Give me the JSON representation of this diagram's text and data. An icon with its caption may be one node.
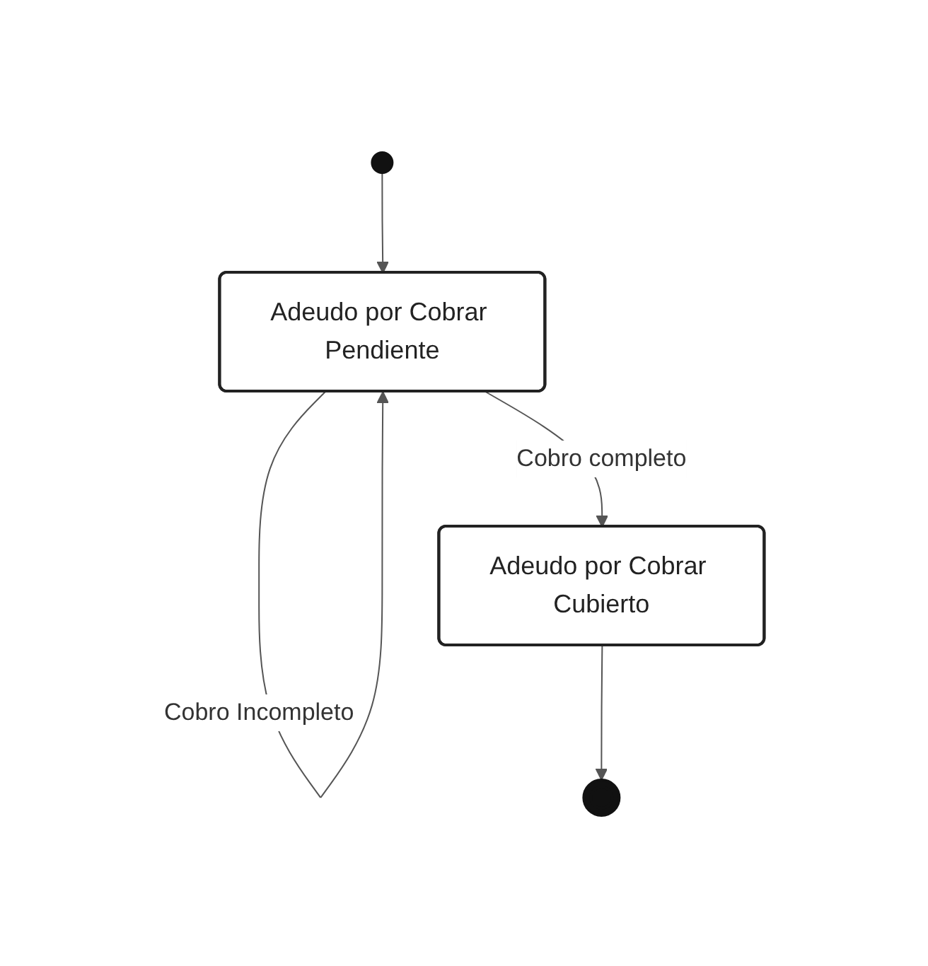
{
  "diagram": {
    "nodes": [
      {
        "text": [],
        "shape": "circle"
      },
      {
        "text": [
          "Adeudo por Cobrar Pendiente"
        ]
      },
      {
        "text": [
          "Adeudo por Cobrar Cubierto"
        ]
      },
      {
        "text": [],
        "shape": "circle"
      }
    ],
    "edges": [
      {
        "from": 0,
        "to": 1,
        "arrow": "to"
      },
      {
        "from": 1,
        "to": 1,
        "arrow": "to",
        "label": "Cobro Incompleto"
      },
      {
        "from": 1,
        "to": 2,
        "arrow": "to",
        "label": "Cobro completo"
      },
      {
        "from": 2,
        "to": 3,
        "arrow": "to"
      }
    ]
  }
}
